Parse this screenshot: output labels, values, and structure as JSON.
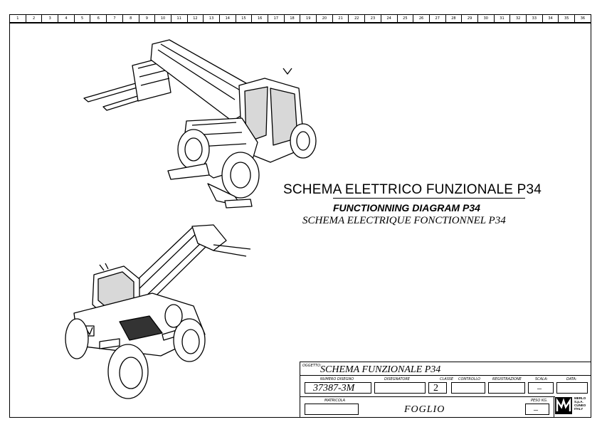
{
  "ruler": {
    "numbers": [
      "1",
      "2",
      "3",
      "4",
      "5",
      "6",
      "7",
      "8",
      "9",
      "10",
      "11",
      "12",
      "13",
      "14",
      "15",
      "16",
      "17",
      "18",
      "19",
      "20",
      "21",
      "22",
      "23",
      "24",
      "25",
      "26",
      "27",
      "28",
      "29",
      "30",
      "31",
      "32",
      "33",
      "34",
      "35",
      "36"
    ]
  },
  "titles": {
    "main": "SCHEMA ELETTRICO FUNZIONALE P34",
    "english": "FUNCTIONNING DIAGRAM P34",
    "french": "SCHEMA ELECTRIQUE FONCTIONNEL P34"
  },
  "title_block": {
    "oggetto_label": "OGGETTO:",
    "oggetto_value": "SCHEMA  FUNZIONALE  P34",
    "numero_disegno_label": "NUMERO DISEGNO",
    "numero_disegno_value": "37387-3M",
    "disegnatore_label": "DISEGNATORE",
    "classe_label": "CLASSE",
    "classe_value": "2",
    "controllo_label": "CONTROLLO",
    "registrazione_label": "REGISTRAZIONE",
    "scala_label": "SCALA:",
    "scala_value": "–",
    "data_label": "DATA:",
    "matricola_label": "MATRICOLA",
    "foglio_label": "FOGLIO",
    "peso_label": "PESO KG.",
    "peso_value": "–",
    "logo_text": [
      "MERLO",
      "S.p.A.",
      "CUNEO",
      "ITALY"
    ]
  },
  "colors": {
    "ink": "#000000",
    "paper": "#ffffff"
  }
}
